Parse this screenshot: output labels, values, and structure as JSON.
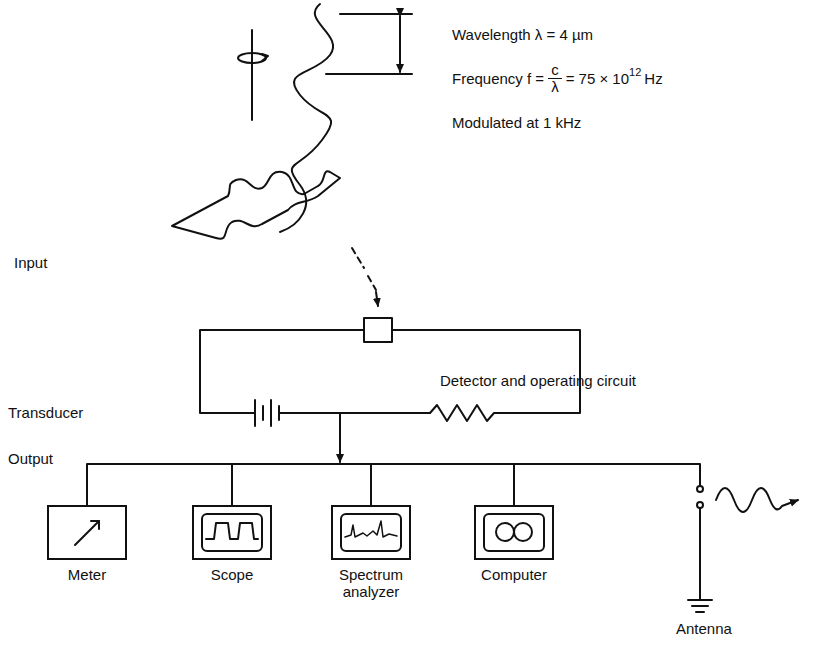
{
  "diagram": {
    "nodes": [
      {
        "text": [
          "Meter"
        ]
      },
      {
        "text": [
          "Scope"
        ]
      },
      {
        "text": [
          "Spectrum analyzer"
        ]
      },
      {
        "text": [
          "Computer"
        ]
      }
    ],
    "labels": [
      "Input",
      "Wavelength λ = 4 µm",
      "Frequency f =",
      "c",
      "λ",
      "= 75 × 10",
      "12",
      "Hz",
      "Modulated at 1 kHz",
      "Transducer",
      "Detector and operating circuit",
      "Output",
      "Antenna"
    ]
  }
}
